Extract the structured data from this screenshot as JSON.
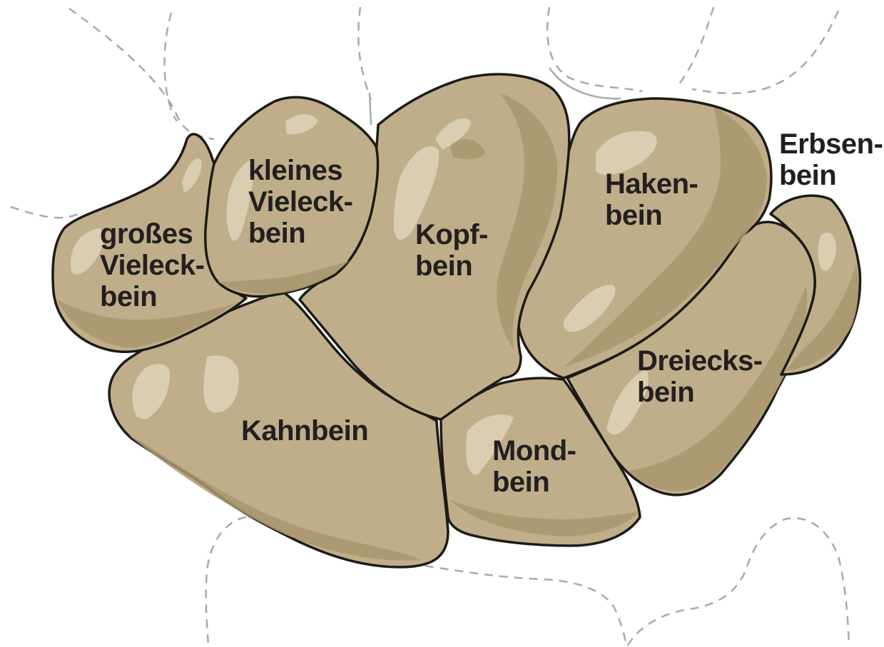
{
  "colors": {
    "bone_fill": "#bfae89",
    "bone_shade": "#a89770",
    "bone_highlight": "#e3d7bf",
    "outline": "#1d1b17",
    "dashed_outline": "#a9a9a9",
    "label": "#231f20"
  },
  "bones": [
    {
      "id": "grosses-vieleckbein",
      "lines": [
        "großes",
        "Vieleck-",
        "bein"
      ]
    },
    {
      "id": "kleines-vieleckbein",
      "lines": [
        "kleines",
        "Vieleck-",
        "bein"
      ]
    },
    {
      "id": "kopfbein",
      "lines": [
        "Kopf-",
        "bein"
      ]
    },
    {
      "id": "hakenbein",
      "lines": [
        "Haken-",
        "bein"
      ]
    },
    {
      "id": "erbsenbein",
      "lines": [
        "Erbsen-",
        "bein"
      ]
    },
    {
      "id": "kahnbein",
      "lines": [
        "Kahnbein"
      ]
    },
    {
      "id": "mondbein",
      "lines": [
        "Mond-",
        "bein"
      ]
    },
    {
      "id": "dreiecksbein",
      "lines": [
        "Dreiecks-",
        "bein"
      ]
    }
  ]
}
